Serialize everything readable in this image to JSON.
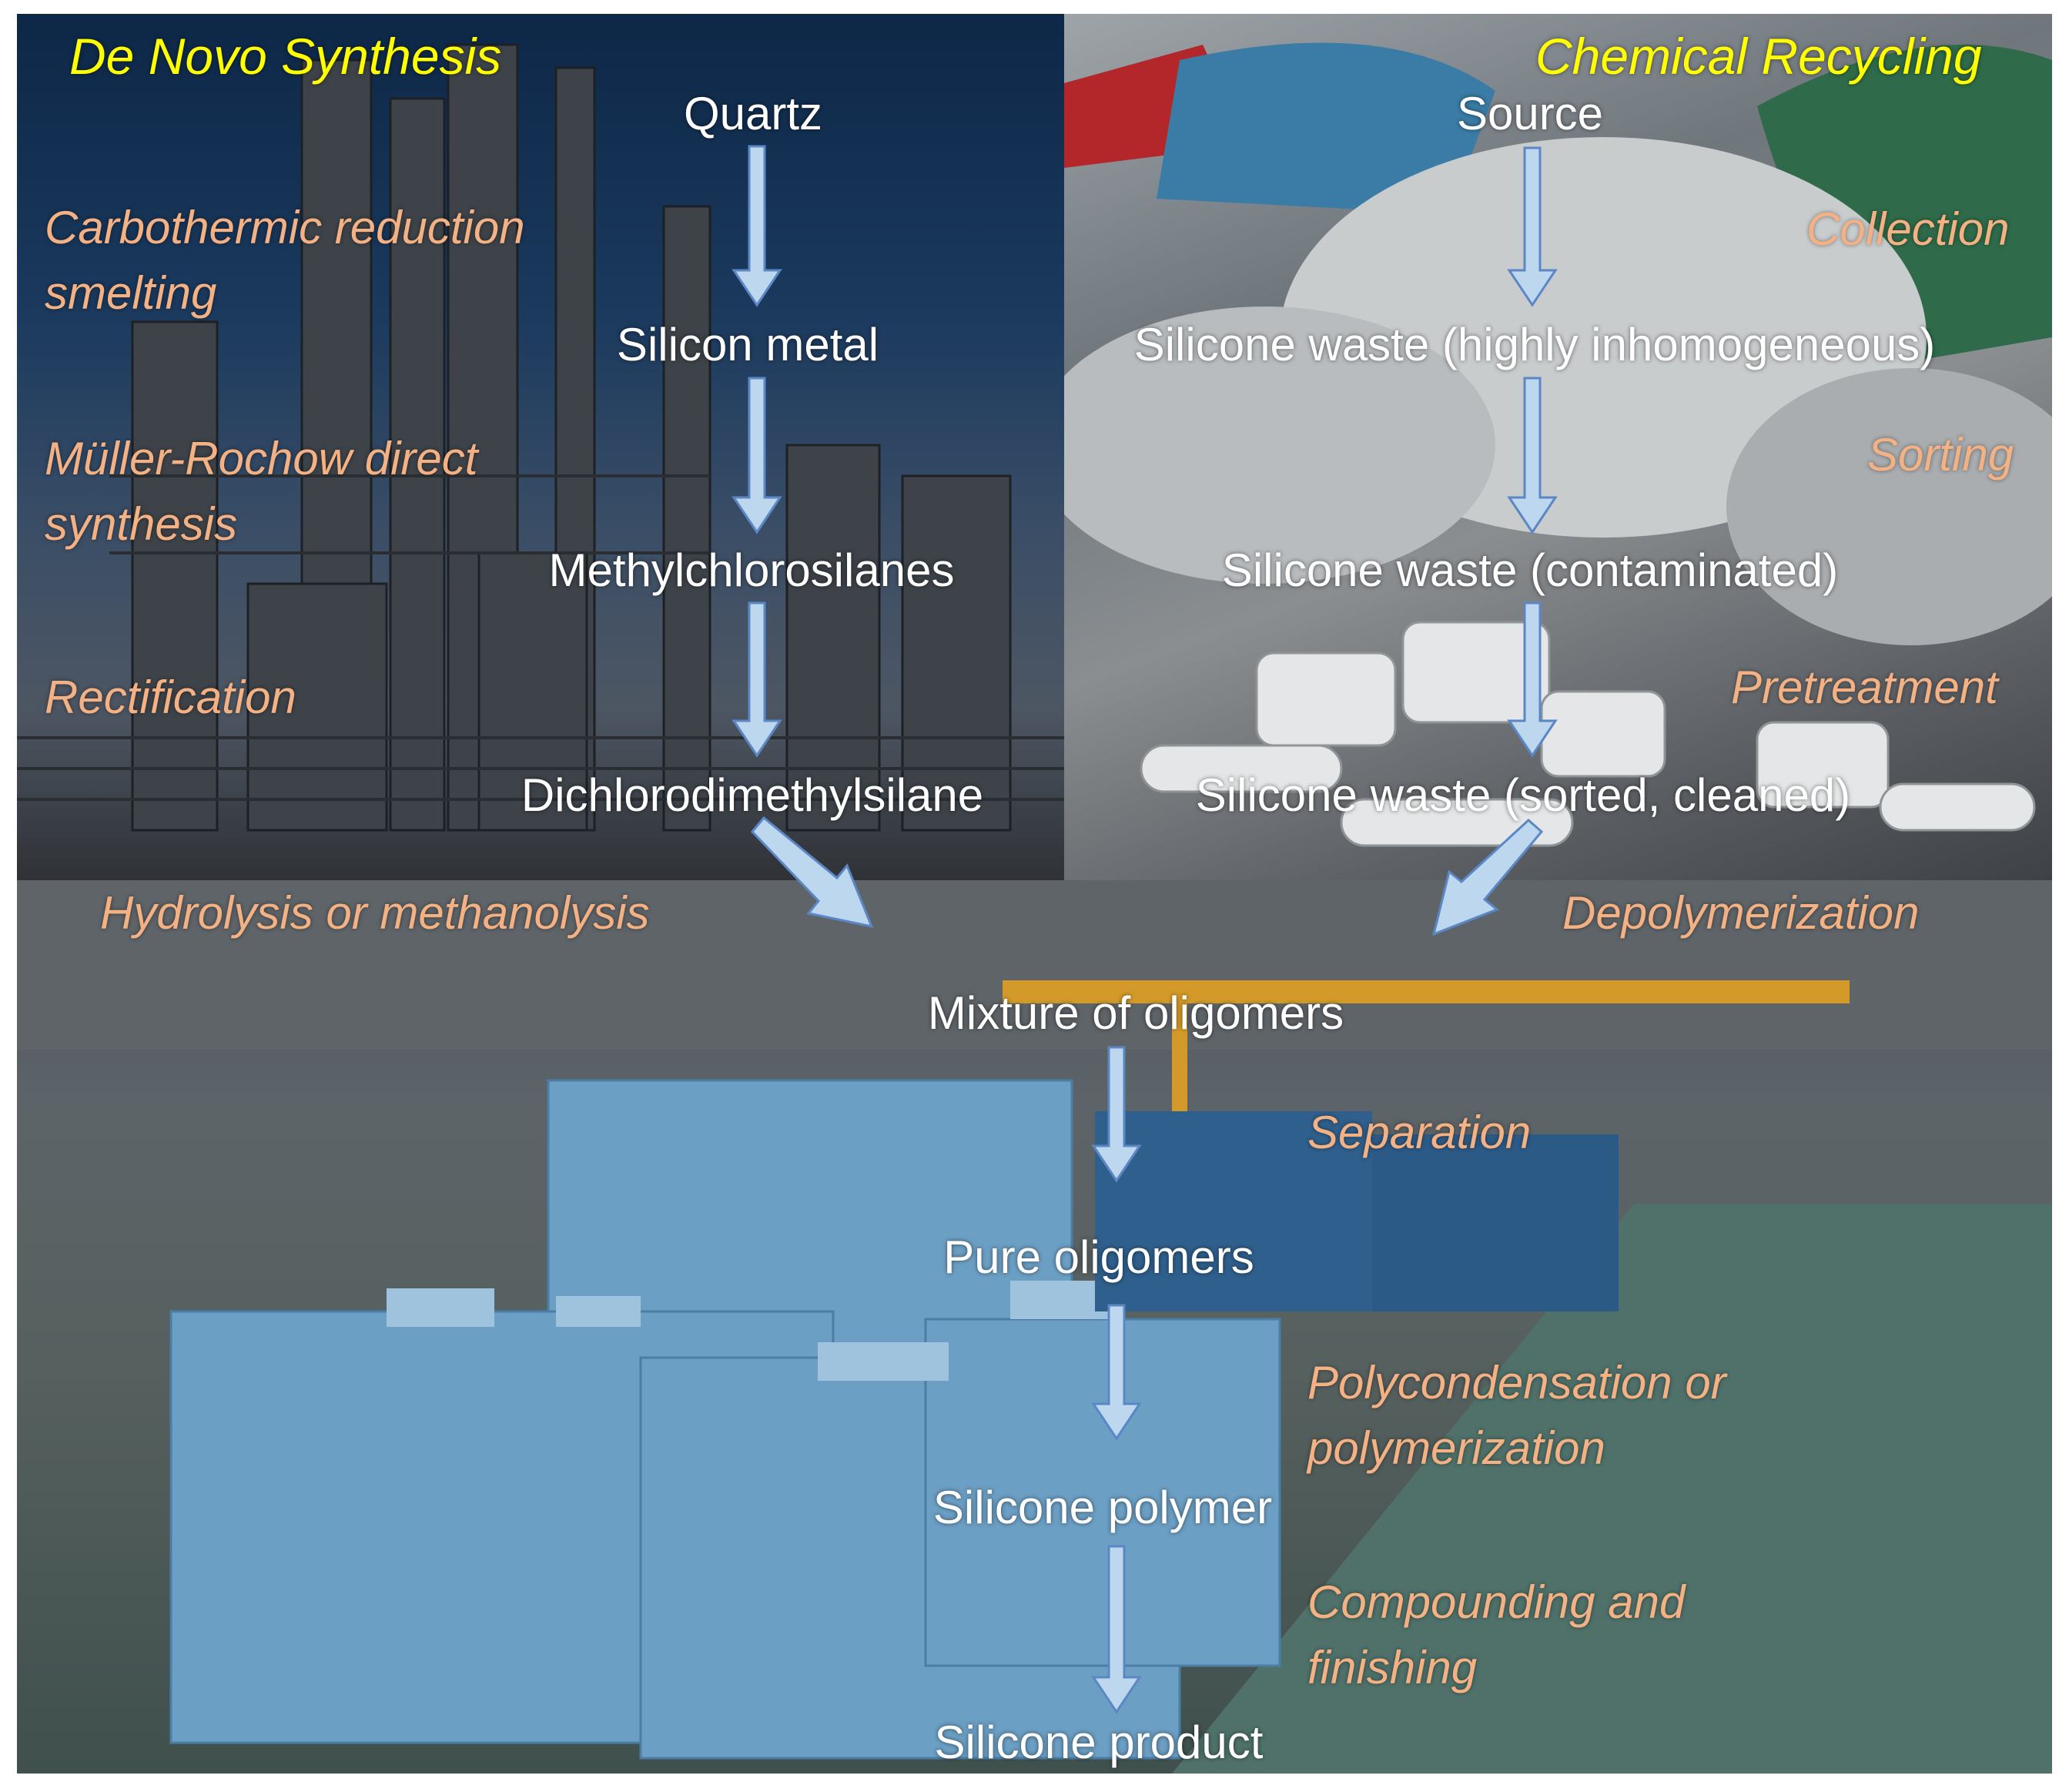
{
  "sections": {
    "de_novo": "De Novo Synthesis",
    "recycling": "Chemical Recycling"
  },
  "nodes": {
    "quartz": "Quartz",
    "silicon_metal": "Silicon metal",
    "methylchlorosilanes": "Methylchlorosilanes",
    "dichlorodimethylsilane": "Dichlorodimethylsilane",
    "source": "Source",
    "waste_inhomogeneous": "Silicone waste (highly inhomogeneous)",
    "waste_contaminated": "Silicone waste (contaminated)",
    "waste_sorted": "Silicone waste (sorted, cleaned)",
    "mixture": "Mixture of oligomers",
    "pure": "Pure oligomers",
    "polymer": "Silicone polymer",
    "product": "Silicone product"
  },
  "steps": {
    "carbothermic_line1": "Carbothermic reduction",
    "carbothermic_line2": "smelting",
    "muller_line1": "Müller-Rochow direct",
    "muller_line2": "synthesis",
    "rectification": "Rectification",
    "hydrolysis": "Hydrolysis or methanolysis",
    "collection": "Collection",
    "sorting": "Sorting",
    "pretreatment": "Pretreatment",
    "depolymerization": "Depolymerization",
    "separation": "Separation",
    "polycondensation_line1": "Polycondensation or",
    "polycondensation_line2": "polymerization",
    "compounding_line1": "Compounding and",
    "compounding_line2": "finishing"
  },
  "colors": {
    "section_title": "#ffff00",
    "node_text": "#ffffff",
    "step_text": "#f4b183",
    "arrow_fill": "#bdd7ee",
    "arrow_stroke": "#5b87c5"
  }
}
